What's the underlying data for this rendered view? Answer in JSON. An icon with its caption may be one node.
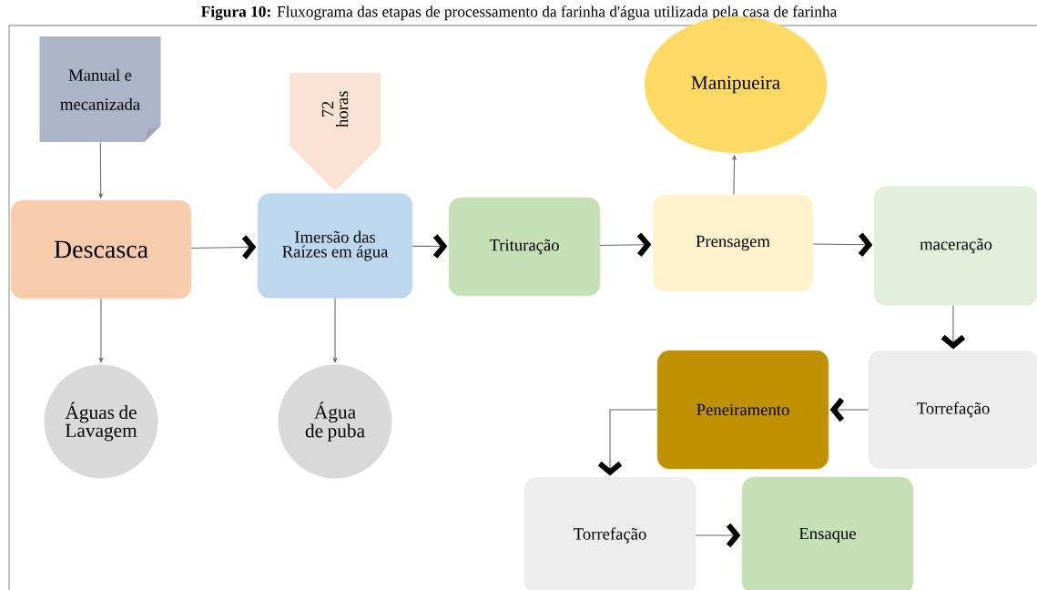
{
  "diagram": {
    "title": "**Figura 10:** Fluxograma das etapas de processamento da farinha d'água utilizada pela casa de farinha",
    "nodes": [
      {
        "text": [
          "Manual e mecanizada"
        ]
      },
      {
        "text": [
          "72 horas"
        ]
      },
      {
        "text": [
          "Descasca"
        ]
      },
      {
        "text": [
          "Imersão das Raízes em água"
        ]
      },
      {
        "text": [
          "Trituração"
        ]
      },
      {
        "text": [
          "Manipueira"
        ]
      },
      {
        "text": [
          "Prensagem"
        ]
      },
      {
        "text": [
          "maceração"
        ]
      },
      {
        "text": [
          "Águas de Lavagem"
        ]
      },
      {
        "text": [
          "Água de puba"
        ]
      },
      {
        "text": [
          "Torrefação"
        ]
      },
      {
        "text": [
          "Peneiramento"
        ]
      },
      {
        "text": [
          "Torrefação"
        ]
      },
      {
        "text": [
          "Ensaque"
        ]
      }
    ],
    "edges": [
      {
        "from": 0,
        "to": 2,
        "arrow": "to"
      },
      {
        "from": 2,
        "to": 8,
        "arrow": "to"
      },
      {
        "from": 3,
        "to": 9,
        "arrow": "to"
      },
      {
        "from": 6,
        "to": 5,
        "arrow": "to"
      },
      {
        "from": 2,
        "to": 3,
        "arrow": "to"
      },
      {
        "from": 3,
        "to": 4,
        "arrow": "to"
      },
      {
        "from": 4,
        "to": 6,
        "arrow": "to"
      },
      {
        "from": 6,
        "to": 7,
        "arrow": "to"
      },
      {
        "from": 7,
        "to": 10,
        "arrow": "to"
      },
      {
        "from": 10,
        "to": 11,
        "arrow": "to"
      },
      {
        "from": 11,
        "to": 12,
        "arrow": "to"
      },
      {
        "from": 12,
        "to": 13,
        "arrow": "to"
      }
    ]
  }
}
